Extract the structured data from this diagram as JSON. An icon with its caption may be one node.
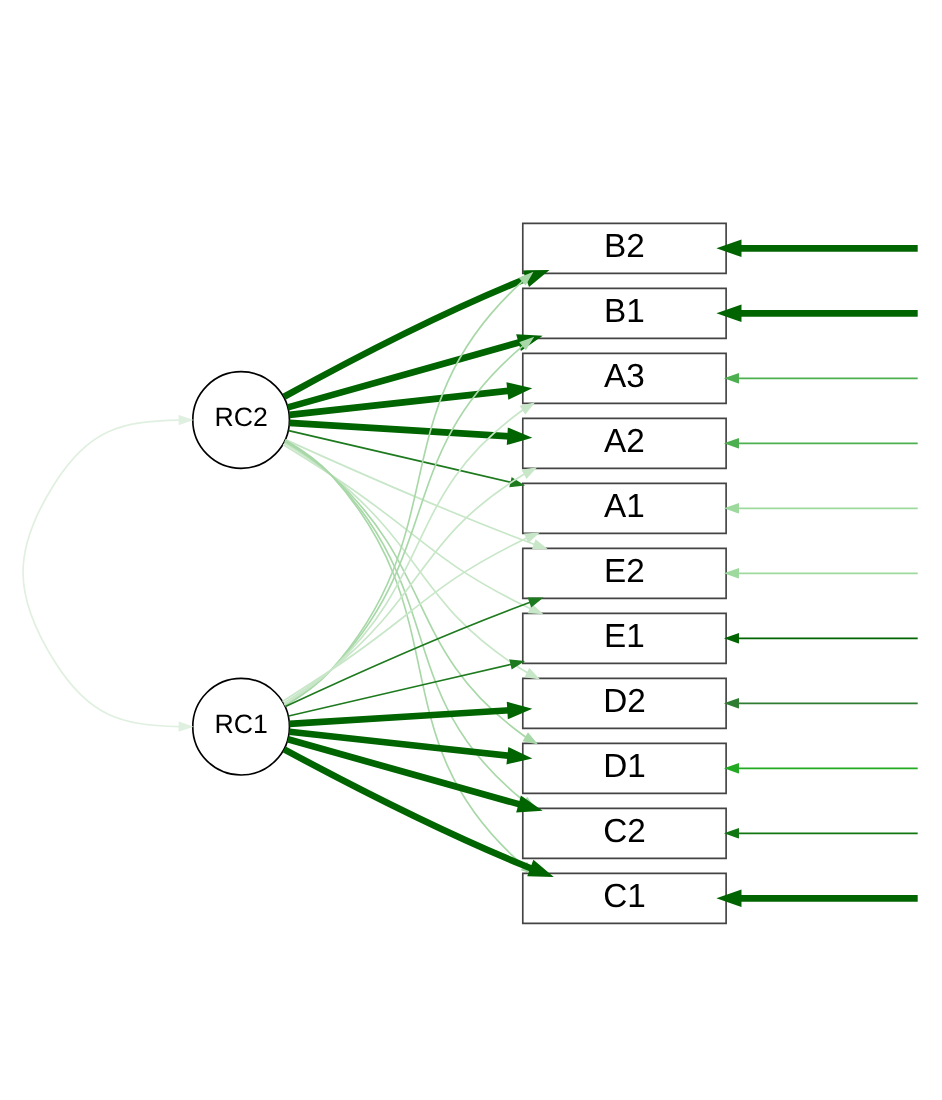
{
  "diagram": {
    "nodes": [
      {
        "text": [
          "RC2"
        ]
      },
      {
        "text": [
          "RC1"
        ]
      },
      {
        "text": [
          "B2"
        ]
      },
      {
        "text": [
          "B1"
        ]
      },
      {
        "text": [
          "A3"
        ]
      },
      {
        "text": [
          "A2"
        ]
      },
      {
        "text": [
          "A1"
        ]
      },
      {
        "text": [
          "E2"
        ]
      },
      {
        "text": [
          "E1"
        ]
      },
      {
        "text": [
          "D2"
        ]
      },
      {
        "text": [
          "D1"
        ]
      },
      {
        "text": [
          "C2"
        ]
      },
      {
        "text": [
          "C1"
        ]
      }
    ],
    "edges": [
      {
        "from": 0,
        "to": 2,
        "arrow": "to",
        "style": "thick",
        "color": "#006400"
      },
      {
        "from": 0,
        "to": 3,
        "arrow": "to",
        "style": "thick",
        "color": "#006400"
      },
      {
        "from": 0,
        "to": 4,
        "arrow": "to",
        "style": "thick",
        "color": "#006400"
      },
      {
        "from": 0,
        "to": 5,
        "arrow": "to",
        "style": "thick",
        "color": "#006400"
      },
      {
        "from": 0,
        "to": 6,
        "arrow": "to",
        "color": "#1e7a1e"
      },
      {
        "from": 0,
        "to": 7,
        "arrow": "to",
        "color": "#c8e6c8"
      },
      {
        "from": 0,
        "to": 8,
        "arrow": "to",
        "color": "#c8e6c8"
      },
      {
        "from": 0,
        "to": 9,
        "arrow": "to",
        "color": "#c8e6c8"
      },
      {
        "from": 0,
        "to": 10,
        "arrow": "to",
        "color": "#a8d8a8"
      },
      {
        "from": 0,
        "to": 11,
        "arrow": "to",
        "color": "#a8d8a8"
      },
      {
        "from": 0,
        "to": 12,
        "arrow": "to",
        "color": "#a8d8a8"
      },
      {
        "from": 1,
        "to": 2,
        "arrow": "to",
        "color": "#a8d8a8"
      },
      {
        "from": 1,
        "to": 3,
        "arrow": "to",
        "color": "#a8d8a8"
      },
      {
        "from": 1,
        "to": 4,
        "arrow": "to",
        "color": "#c8e6c8"
      },
      {
        "from": 1,
        "to": 5,
        "arrow": "to",
        "color": "#c8e6c8"
      },
      {
        "from": 1,
        "to": 6,
        "arrow": "to",
        "color": "#c8e6c8"
      },
      {
        "from": 1,
        "to": 7,
        "arrow": "to",
        "color": "#1e7a1e"
      },
      {
        "from": 1,
        "to": 8,
        "arrow": "to",
        "color": "#1e7a1e"
      },
      {
        "from": 1,
        "to": 9,
        "arrow": "to",
        "style": "thick",
        "color": "#006400"
      },
      {
        "from": 1,
        "to": 10,
        "arrow": "to",
        "style": "thick",
        "color": "#006400"
      },
      {
        "from": 1,
        "to": 11,
        "arrow": "to",
        "style": "thick",
        "color": "#006400"
      },
      {
        "from": 1,
        "to": 12,
        "arrow": "to",
        "style": "thick",
        "color": "#006400"
      },
      {
        "from": 0,
        "to": 1,
        "arrow": "both",
        "color": "#e0f0e0"
      },
      {
        "from": null,
        "to": 2,
        "arrow": "to",
        "style": "thick",
        "color": "#006400"
      },
      {
        "from": null,
        "to": 3,
        "arrow": "to",
        "style": "thick",
        "color": "#006400"
      },
      {
        "from": null,
        "to": 4,
        "arrow": "to",
        "color": "#4caf50"
      },
      {
        "from": null,
        "to": 5,
        "arrow": "to",
        "color": "#4caf50"
      },
      {
        "from": null,
        "to": 6,
        "arrow": "to",
        "color": "#9ed99e"
      },
      {
        "from": null,
        "to": 7,
        "arrow": "to",
        "color": "#9ed99e"
      },
      {
        "from": null,
        "to": 8,
        "arrow": "to",
        "color": "#006400"
      },
      {
        "from": null,
        "to": 9,
        "arrow": "to",
        "color": "#2e7d32"
      },
      {
        "from": null,
        "to": 10,
        "arrow": "to",
        "color": "#22aa22"
      },
      {
        "from": null,
        "to": 11,
        "arrow": "to",
        "color": "#117711"
      },
      {
        "from": null,
        "to": 12,
        "arrow": "to",
        "style": "thick",
        "color": "#006400"
      }
    ]
  }
}
